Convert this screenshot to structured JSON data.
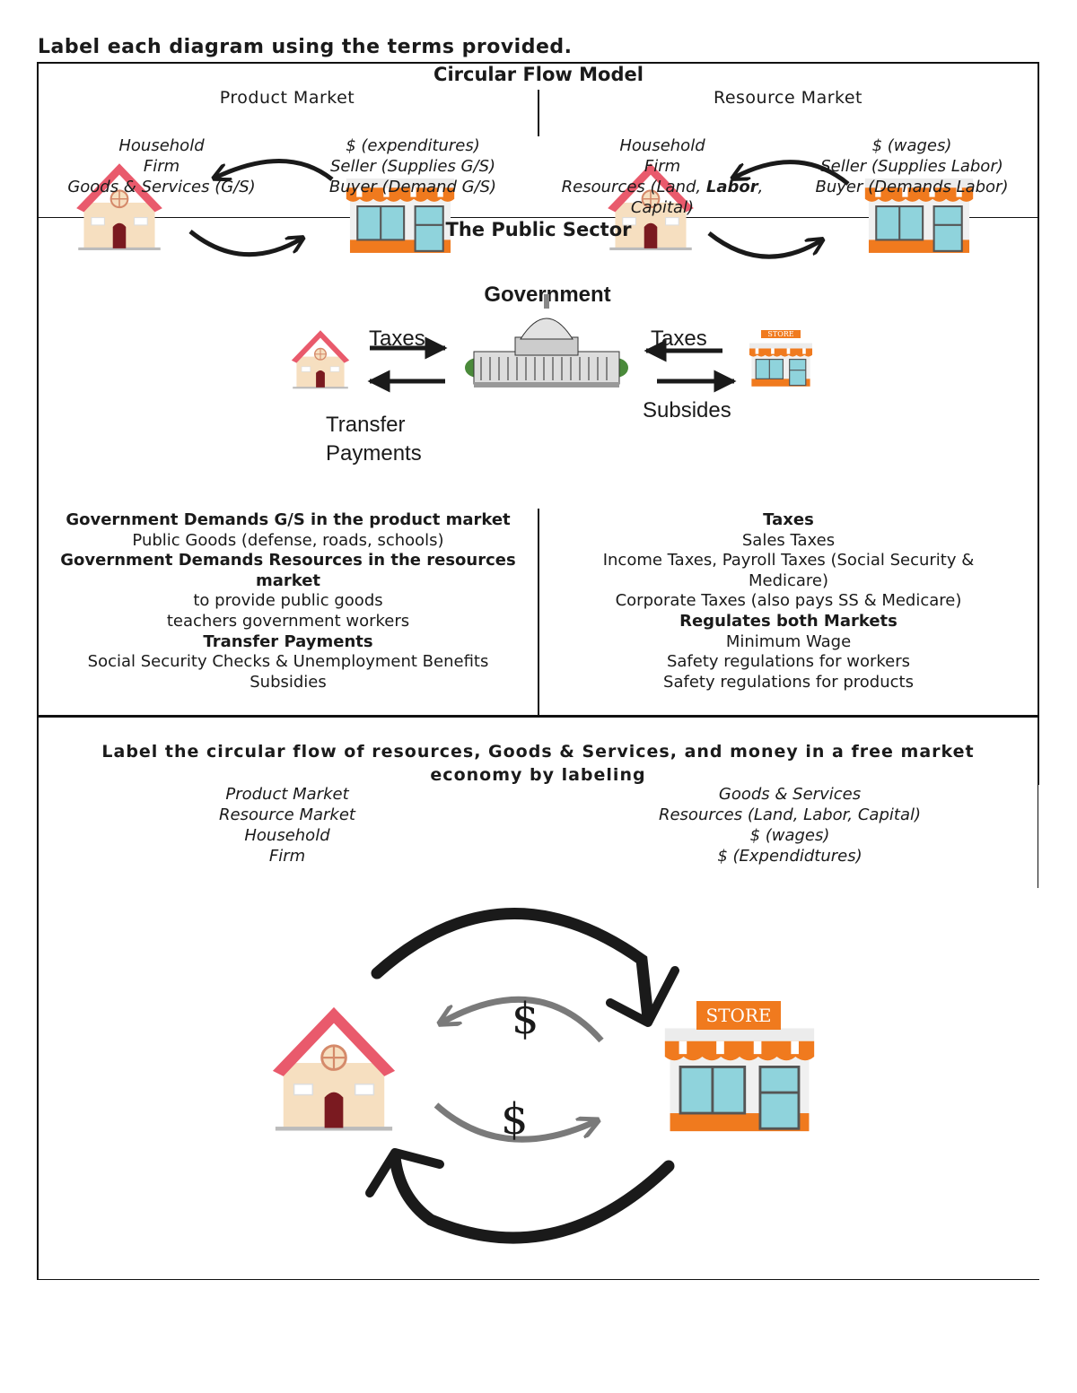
{
  "instruction": "Label each diagram using the terms provided.",
  "circular_flow": {
    "title": "Circular Flow Model",
    "product_market": {
      "heading": "Product Market",
      "left_terms": [
        "Household",
        "Firm",
        "Goods & Services (G/S)"
      ],
      "right_terms": [
        "$ (expenditures)",
        "Seller (Supplies G/S)",
        "Buyer (Demand G/S)"
      ]
    },
    "resource_market": {
      "heading": "Resource Market",
      "left_terms": [
        "Household",
        "Firm",
        "Resources (Land, ",
        "Labor",
        ",",
        "Capital)"
      ],
      "right_terms": [
        "$ (wages)",
        "Seller (Supplies Labor)",
        "Buyer (Demands Labor)"
      ]
    }
  },
  "public_sector": {
    "title": "The Public Sector",
    "government_label": "Government",
    "taxes_left": "Taxes",
    "taxes_right": "Taxes",
    "transfer_line1": "Transfer",
    "transfer_line2": "Payments",
    "subsidies": "Subsides",
    "store_sign": "STORE",
    "left_notes": [
      {
        "text": "Government  Demands G/S in the product market",
        "bold": true
      },
      {
        "text": "Public Goods (defense, roads, schools)",
        "bold": false
      },
      {
        "text": "Government Demands Resources in the resources",
        "bold": true
      },
      {
        "text": "market",
        "bold": true
      },
      {
        "text": "to provide public goods",
        "bold": false
      },
      {
        "text": "teachers government workers",
        "bold": false
      },
      {
        "text": "Transfer Payments",
        "bold": true
      },
      {
        "text": "Social Security Checks & Unemployment Benefits",
        "bold": false
      },
      {
        "text": "Subsidies",
        "bold": false
      }
    ],
    "right_notes": [
      {
        "text": "Taxes",
        "bold": true
      },
      {
        "text": "Sales Taxes",
        "bold": false
      },
      {
        "text": "Income Taxes, Payroll Taxes (Social Security &",
        "bold": false
      },
      {
        "text": "Medicare)",
        "bold": false
      },
      {
        "text": "Corporate Taxes (also pays SS & Medicare)",
        "bold": false
      },
      {
        "text": "Regulates both Markets",
        "bold": true
      },
      {
        "text": "Minimum Wage",
        "bold": false
      },
      {
        "text": "Safety regulations for workers",
        "bold": false
      },
      {
        "text": "Safety regulations for products",
        "bold": false
      }
    ]
  },
  "free_market": {
    "instruction_line1": "Label the circular flow of resources, Goods & Services, and money in a free market",
    "instruction_line2": "economy by labeling",
    "left_terms": [
      "Product Market",
      "Resource Market",
      "Household",
      "Firm"
    ],
    "right_terms": [
      "Goods & Services",
      "Resources (Land, Labor, Capital)",
      "$ (wages)",
      "$ (Expendidtures)"
    ],
    "dollar_top": "$",
    "dollar_bottom": "$",
    "store_sign": "STORE"
  },
  "colors": {
    "roof": "#e95a6c",
    "house_wall": "#f6dfc0",
    "door": "#7a1a20",
    "awning_orange": "#f07a1e",
    "window_blue": "#8fd3dc",
    "arrow_black": "#1a1a1a",
    "arrow_gray": "#7a7a7a"
  }
}
